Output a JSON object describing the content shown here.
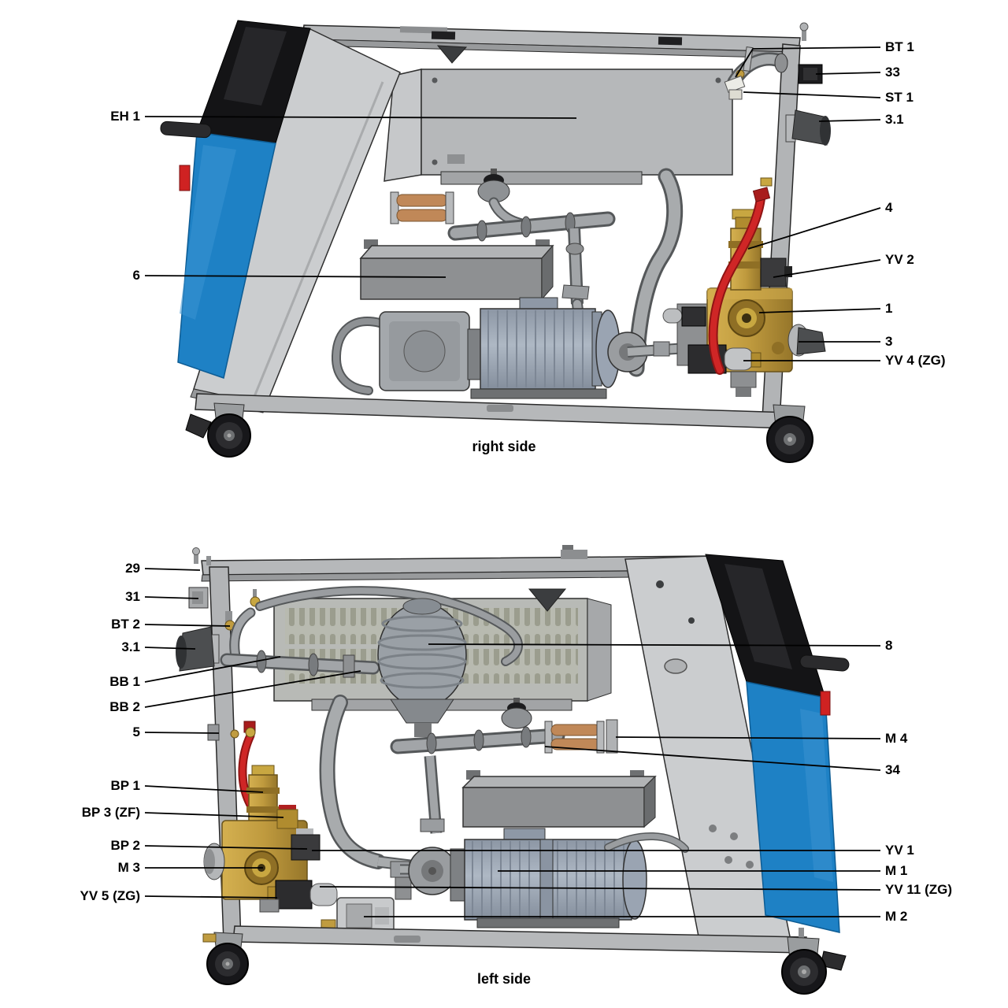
{
  "document": {
    "type": "machine-parts-diagram",
    "background": "#ffffff"
  },
  "colors": {
    "panel_blue": "#1e81c5",
    "panel_black": "#141416",
    "frame_gray": "#b6b8ba",
    "brass": "#c09c40",
    "hose_red": "#cf2626",
    "copper": "#c08858",
    "motor_gray": "#9aa4b2",
    "label_text": "#000000"
  },
  "diagrams": [
    {
      "view": "right side",
      "caption": "right side",
      "callouts_left": [
        {
          "label": "EH 1"
        },
        {
          "label": "6"
        }
      ],
      "callouts_right": [
        {
          "label": "BT 1"
        },
        {
          "label": "33"
        },
        {
          "label": "ST 1"
        },
        {
          "label": "3.1"
        },
        {
          "label": "4"
        },
        {
          "label": "YV 2"
        },
        {
          "label": "1"
        },
        {
          "label": "3"
        },
        {
          "label": "YV 4 (ZG)"
        }
      ]
    },
    {
      "view": "left side",
      "caption": "left side",
      "callouts_left": [
        {
          "label": "29"
        },
        {
          "label": "31"
        },
        {
          "label": "BT 2"
        },
        {
          "label": "3.1"
        },
        {
          "label": "BB 1"
        },
        {
          "label": "BB 2"
        },
        {
          "label": "5"
        },
        {
          "label": "BP 1"
        },
        {
          "label": "BP 3 (ZF)"
        },
        {
          "label": "BP 2"
        },
        {
          "label": "M 3"
        },
        {
          "label": "YV 5 (ZG)"
        }
      ],
      "callouts_right": [
        {
          "label": "8"
        },
        {
          "label": "M 4"
        },
        {
          "label": "34"
        },
        {
          "label": "YV 1"
        },
        {
          "label": "M 1"
        },
        {
          "label": "YV 11 (ZG)"
        },
        {
          "label": "M 2"
        }
      ]
    }
  ]
}
